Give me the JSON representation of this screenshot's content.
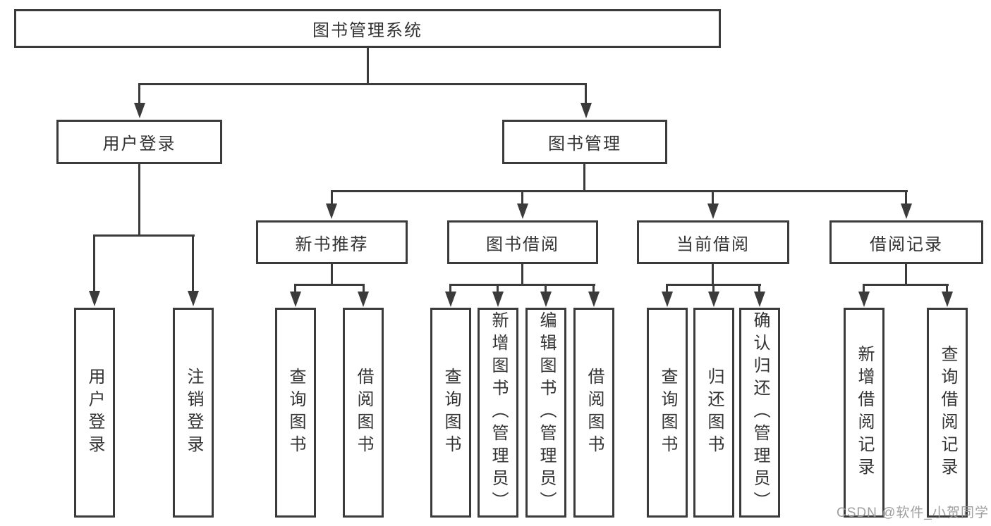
{
  "diagram": {
    "root": {
      "label": "图书管理系统"
    },
    "branches": [
      {
        "label": "用户登录",
        "children": [
          {
            "label": "用户登录"
          },
          {
            "label": "注销登录"
          }
        ]
      },
      {
        "label": "图书管理",
        "children": [
          {
            "label": "新书推荐",
            "children": [
              {
                "label": "查询图书"
              },
              {
                "label": "借阅图书"
              }
            ]
          },
          {
            "label": "图书借阅",
            "children": [
              {
                "label": "查询图书"
              },
              {
                "label": "新增图书（管理员）"
              },
              {
                "label": "编辑图书（管理员）"
              },
              {
                "label": "借阅图书"
              }
            ]
          },
          {
            "label": "当前借阅",
            "children": [
              {
                "label": "查询图书"
              },
              {
                "label": "归还图书"
              },
              {
                "label": "确认归还（管理员）"
              }
            ]
          },
          {
            "label": "借阅记录",
            "children": [
              {
                "label": "新增借阅记录"
              },
              {
                "label": "查询借阅记录"
              }
            ]
          }
        ]
      }
    ]
  },
  "watermark": {
    "text": "CSDN @软件_小贺同学"
  },
  "colors": {
    "line": "#3b3b3b",
    "text": "#333333",
    "background": "#ffffff",
    "watermark": "#969696"
  }
}
